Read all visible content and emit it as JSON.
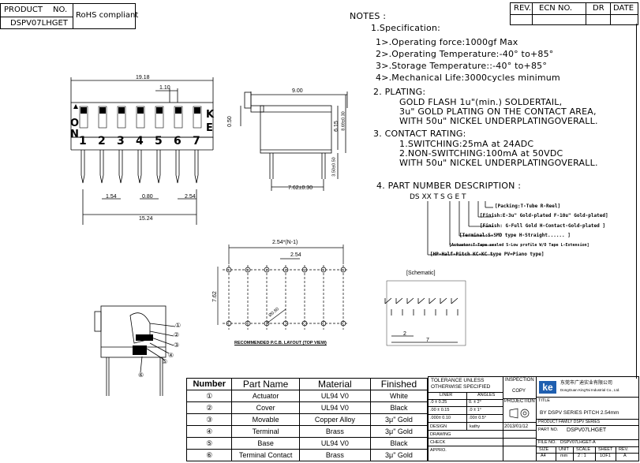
{
  "title_block": {
    "product_label": "PRODUCT",
    "no_label": "NO.",
    "part_no": "DSPV07LHGET",
    "rohs": "RoHS compliant",
    "rev_label": "REV.",
    "ecn_label": "ECN NO.",
    "dr_label": "DR",
    "date_label": "DATE"
  },
  "notes": {
    "heading": "NOTES :",
    "spec_title": "1.Specification:",
    "spec_items": [
      "1>.Operating force:1000gf Max",
      "2>.Operating Temperature:-40° to+85°",
      "3>.Storage Temperature::-40° to+85°",
      "4>.Mechanical Life:3000cycles minimum"
    ],
    "plating_title": "2. PLATING:",
    "plating_lines": [
      "GOLD FLASH 1u\"(min.) SOLDERTAIL,",
      "3u\" GOLD PLATING  ON THE CONTACT AREA,",
      "WITH 50u\" NICKEL UNDERPLATINGOVERALL."
    ],
    "contact_title": "3. CONTACT RATING:",
    "contact_lines": [
      "1.SWITCHING:25mA at 24ADC",
      "2.NON-SWITCHING:100mA at 50VDC",
      "WITH 50u\" NICKEL UNDERPLATINGOVERALL."
    ],
    "pn_title": "4. PART NUMBER DESCRIPTION :",
    "pn_code": "DS XX T S G E T",
    "pn_items": [
      "[Packing:T-Tube R-Reel]",
      "[Finish:E-3u\" Gold-plated F-10u\" Gold-plated]",
      "[Finish: G-Full Gold H-Contact-Gold-plated ]",
      "[Terminal:S-SMD type  H-Straight...... ]",
      "[Actuator:T-Tape sealed S-Low profile W/O Tape L-Extension]",
      "[HP-Half-Pitch KC-KC type PV=Piano type]"
    ]
  },
  "front_view": {
    "on_label": "O\nN",
    "numbers": [
      "1",
      "2",
      "3",
      "4",
      "5",
      "6",
      "7"
    ],
    "k": "K",
    "e": "E",
    "dim_total": "19.18",
    "dim_110": "1.10",
    "dim_154": "1.54",
    "dim_080": "0.80",
    "dim_254": "2.54",
    "dim_1524": "15.24"
  },
  "side_view": {
    "dim_900": "9.00",
    "dim_050": "0.50",
    "dim_615": "6.15",
    "dim_869": "8.69±0.30",
    "dim_350": "3.50±0.50",
    "dim_762": "7.62±0.30"
  },
  "pcb": {
    "dim_top": "2.54*(N-1)",
    "dim_254": "2.54",
    "dim_762": "7.62",
    "dim_hole": "Ø0.80",
    "caption": "RECOMMENDED P.C.B. LAYOUT (TOP VIEW)"
  },
  "schematic": {
    "label": "[Schematic]",
    "dim_2": "2",
    "dim_7": "7"
  },
  "section_callouts": [
    "①",
    "②",
    "③",
    "④",
    "⑤",
    "⑥"
  ],
  "bom": {
    "headers": [
      "Number",
      "Part Name",
      "Material",
      "Finished"
    ],
    "rows": [
      {
        "num": "①",
        "name": "Actuator",
        "material": "UL94 V0",
        "finish": "White"
      },
      {
        "num": "②",
        "name": "Cover",
        "material": "UL94 V0",
        "finish": "Black"
      },
      {
        "num": "③",
        "name": "Movable",
        "material": "Copper Alloy",
        "finish": "3μ\" Gold"
      },
      {
        "num": "④",
        "name": "Terminal",
        "material": "Brass",
        "finish": "3μ\" Gold"
      },
      {
        "num": "⑤",
        "name": "Base",
        "material": "UL94 V0",
        "finish": "Black"
      },
      {
        "num": "⑥",
        "name": "Terminal Contact",
        "material": "Brass",
        "finish": "3μ\" Gold"
      }
    ]
  },
  "tolerance": {
    "title1": "TOLERANCE  UNLESS",
    "title2": "OTHERWISE  SPECIFIED",
    "liner": "LINER",
    "angles": "ANGLES",
    "r1a": ".0  ±  0.25",
    "r1b": "0.  ±  2°",
    "r2a": ".00  ±  0.15",
    "r2b": ".0  ±  1°",
    "r3a": ".000±  0.10",
    "r3b": ".00±  0.5°",
    "design": "DESIGN",
    "design_by": "kathy",
    "design_date": "2013/01/12",
    "drawing": "DRAWING",
    "check": "CHECK",
    "approve": "APPRO."
  },
  "inspection": {
    "inspection": "INSPECTION",
    "copy": "COPY",
    "projection": "PROJECTION"
  },
  "company": {
    "logo": "ke",
    "name_cn": "东莞市广迪实业有限公司",
    "name_en": "DongGuan KingTai Industrial Co., Ltd.",
    "title_label": "TITLE",
    "title": "BY DSPV SERIES PITCH 2.54mm",
    "family_label": "PRODUCT FAMILY DSPV SERIES",
    "part_label": "PART NO.",
    "part_no": "DSPV07LHGET",
    "file_label": "FILE NO.",
    "file_no": "DSPV07LHGET-A",
    "size_label": "SIZE",
    "unit_label": "UNIT",
    "scale_label": "SCALE",
    "sheet_label": "SHEET",
    "rev_label": "REV.",
    "size": "A4",
    "unit": "mm",
    "scale": "2 : 1",
    "sheet": "1OF1",
    "rev": "A"
  }
}
